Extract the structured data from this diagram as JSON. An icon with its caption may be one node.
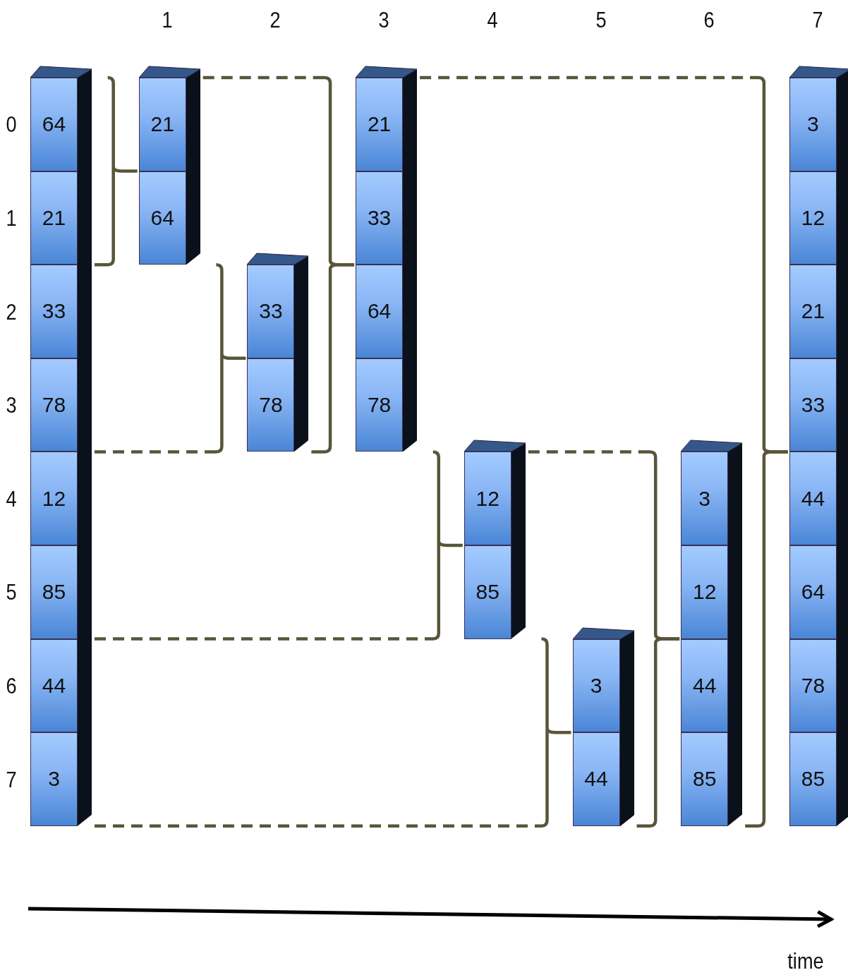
{
  "diagram": {
    "nodes": [
      {
        "text": [],
        "shape": "bar"
      },
      {
        "text": [
          "64"
        ],
        "in": 0
      },
      {
        "text": [
          "21"
        ],
        "in": 0
      },
      {
        "text": [
          "33"
        ],
        "in": 0
      },
      {
        "text": [
          "78"
        ],
        "in": 0
      },
      {
        "text": [
          "12"
        ],
        "in": 0
      },
      {
        "text": [
          "85"
        ],
        "in": 0
      },
      {
        "text": [
          "44"
        ],
        "in": 0
      },
      {
        "text": [
          "3"
        ],
        "in": 0
      },
      {
        "text": [],
        "shape": "bar"
      },
      {
        "text": [
          "21"
        ],
        "in": 9
      },
      {
        "text": [
          "64"
        ],
        "in": 9
      },
      {
        "text": [],
        "shape": "bar"
      },
      {
        "text": [
          "33"
        ],
        "in": 12
      },
      {
        "text": [
          "78"
        ],
        "in": 12
      },
      {
        "text": [],
        "shape": "bar"
      },
      {
        "text": [
          "21"
        ],
        "in": 15
      },
      {
        "text": [
          "33"
        ],
        "in": 15
      },
      {
        "text": [
          "64"
        ],
        "in": 15
      },
      {
        "text": [
          "78"
        ],
        "in": 15
      },
      {
        "text": [],
        "shape": "bar"
      },
      {
        "text": [
          "12"
        ],
        "in": 20
      },
      {
        "text": [
          "85"
        ],
        "in": 20
      },
      {
        "text": [],
        "shape": "bar"
      },
      {
        "text": [
          "3"
        ],
        "in": 23
      },
      {
        "text": [
          "44"
        ],
        "in": 23
      },
      {
        "text": [],
        "shape": "bar"
      },
      {
        "text": [
          "3"
        ],
        "in": 26
      },
      {
        "text": [
          "12"
        ],
        "in": 26
      },
      {
        "text": [
          "44"
        ],
        "in": 26
      },
      {
        "text": [
          "85"
        ],
        "in": 26
      },
      {
        "text": [],
        "shape": "bar"
      },
      {
        "text": [
          "3"
        ],
        "in": 31
      },
      {
        "text": [
          "12"
        ],
        "in": 31
      },
      {
        "text": [
          "21"
        ],
        "in": 31
      },
      {
        "text": [
          "33"
        ],
        "in": 31
      },
      {
        "text": [
          "44"
        ],
        "in": 31
      },
      {
        "text": [
          "64"
        ],
        "in": 31
      },
      {
        "text": [
          "78"
        ],
        "in": 31
      },
      {
        "text": [
          "85"
        ],
        "in": 31
      }
    ],
    "edges": [
      {
        "from": 0,
        "to": 9,
        "arrow": "none"
      },
      {
        "from": 0,
        "to": 12,
        "arrow": "none",
        "style": "dashed"
      },
      {
        "from": 9,
        "to": 15,
        "arrow": "none",
        "style": "dashed"
      },
      {
        "from": 12,
        "to": 15,
        "arrow": "none"
      },
      {
        "from": 0,
        "to": 20,
        "arrow": "none",
        "style": "dashed"
      },
      {
        "from": 0,
        "to": 23,
        "arrow": "none",
        "style": "dashed"
      },
      {
        "from": 20,
        "to": 26,
        "arrow": "none",
        "style": "dashed"
      },
      {
        "from": 23,
        "to": 26,
        "arrow": "none"
      },
      {
        "from": 15,
        "to": 31,
        "arrow": "none",
        "style": "dashed"
      },
      {
        "from": 26,
        "to": 31,
        "arrow": "none"
      }
    ],
    "labels": [
      "1",
      "2",
      "3",
      "4",
      "5",
      "6",
      "7",
      "0",
      "1",
      "2",
      "3",
      "4",
      "5",
      "6",
      "7",
      "time"
    ]
  }
}
